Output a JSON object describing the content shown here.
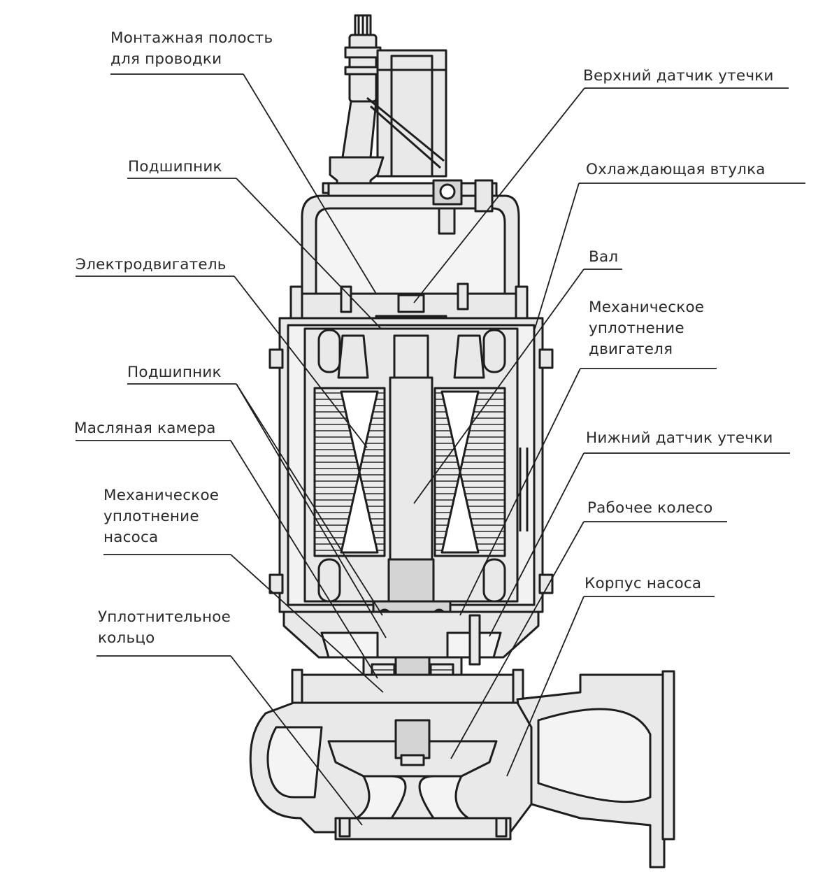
{
  "labels": {
    "wiring_cavity": "Монтажная полость\nдля проводки",
    "upper_bearing": "Подшипник",
    "motor": "Электродвигатель",
    "lower_bearing": "Подшипник",
    "oil_chamber": "Масляная камера",
    "pump_mech_seal": "Механическое\nуплотнение\nнасоса",
    "seal_ring": "Уплотнительное\nкольцо",
    "upper_leak_sensor": "Верхний датчик утечки",
    "cooling_jacket": "Охлаждающая втулка",
    "shaft": "Вал",
    "motor_mech_seal": "Механическое\nуплотнение\nдвигателя",
    "lower_leak_sensor": "Нижний датчик утечки",
    "impeller": "Рабочее колесо",
    "pump_casing": "Корпус насоса"
  },
  "colors": {
    "fill": "#e9e9e9",
    "fill_dark": "#d4d4d4",
    "stroke": "#1e1e1e",
    "text": "#2a2a2a",
    "background": "#ffffff"
  }
}
